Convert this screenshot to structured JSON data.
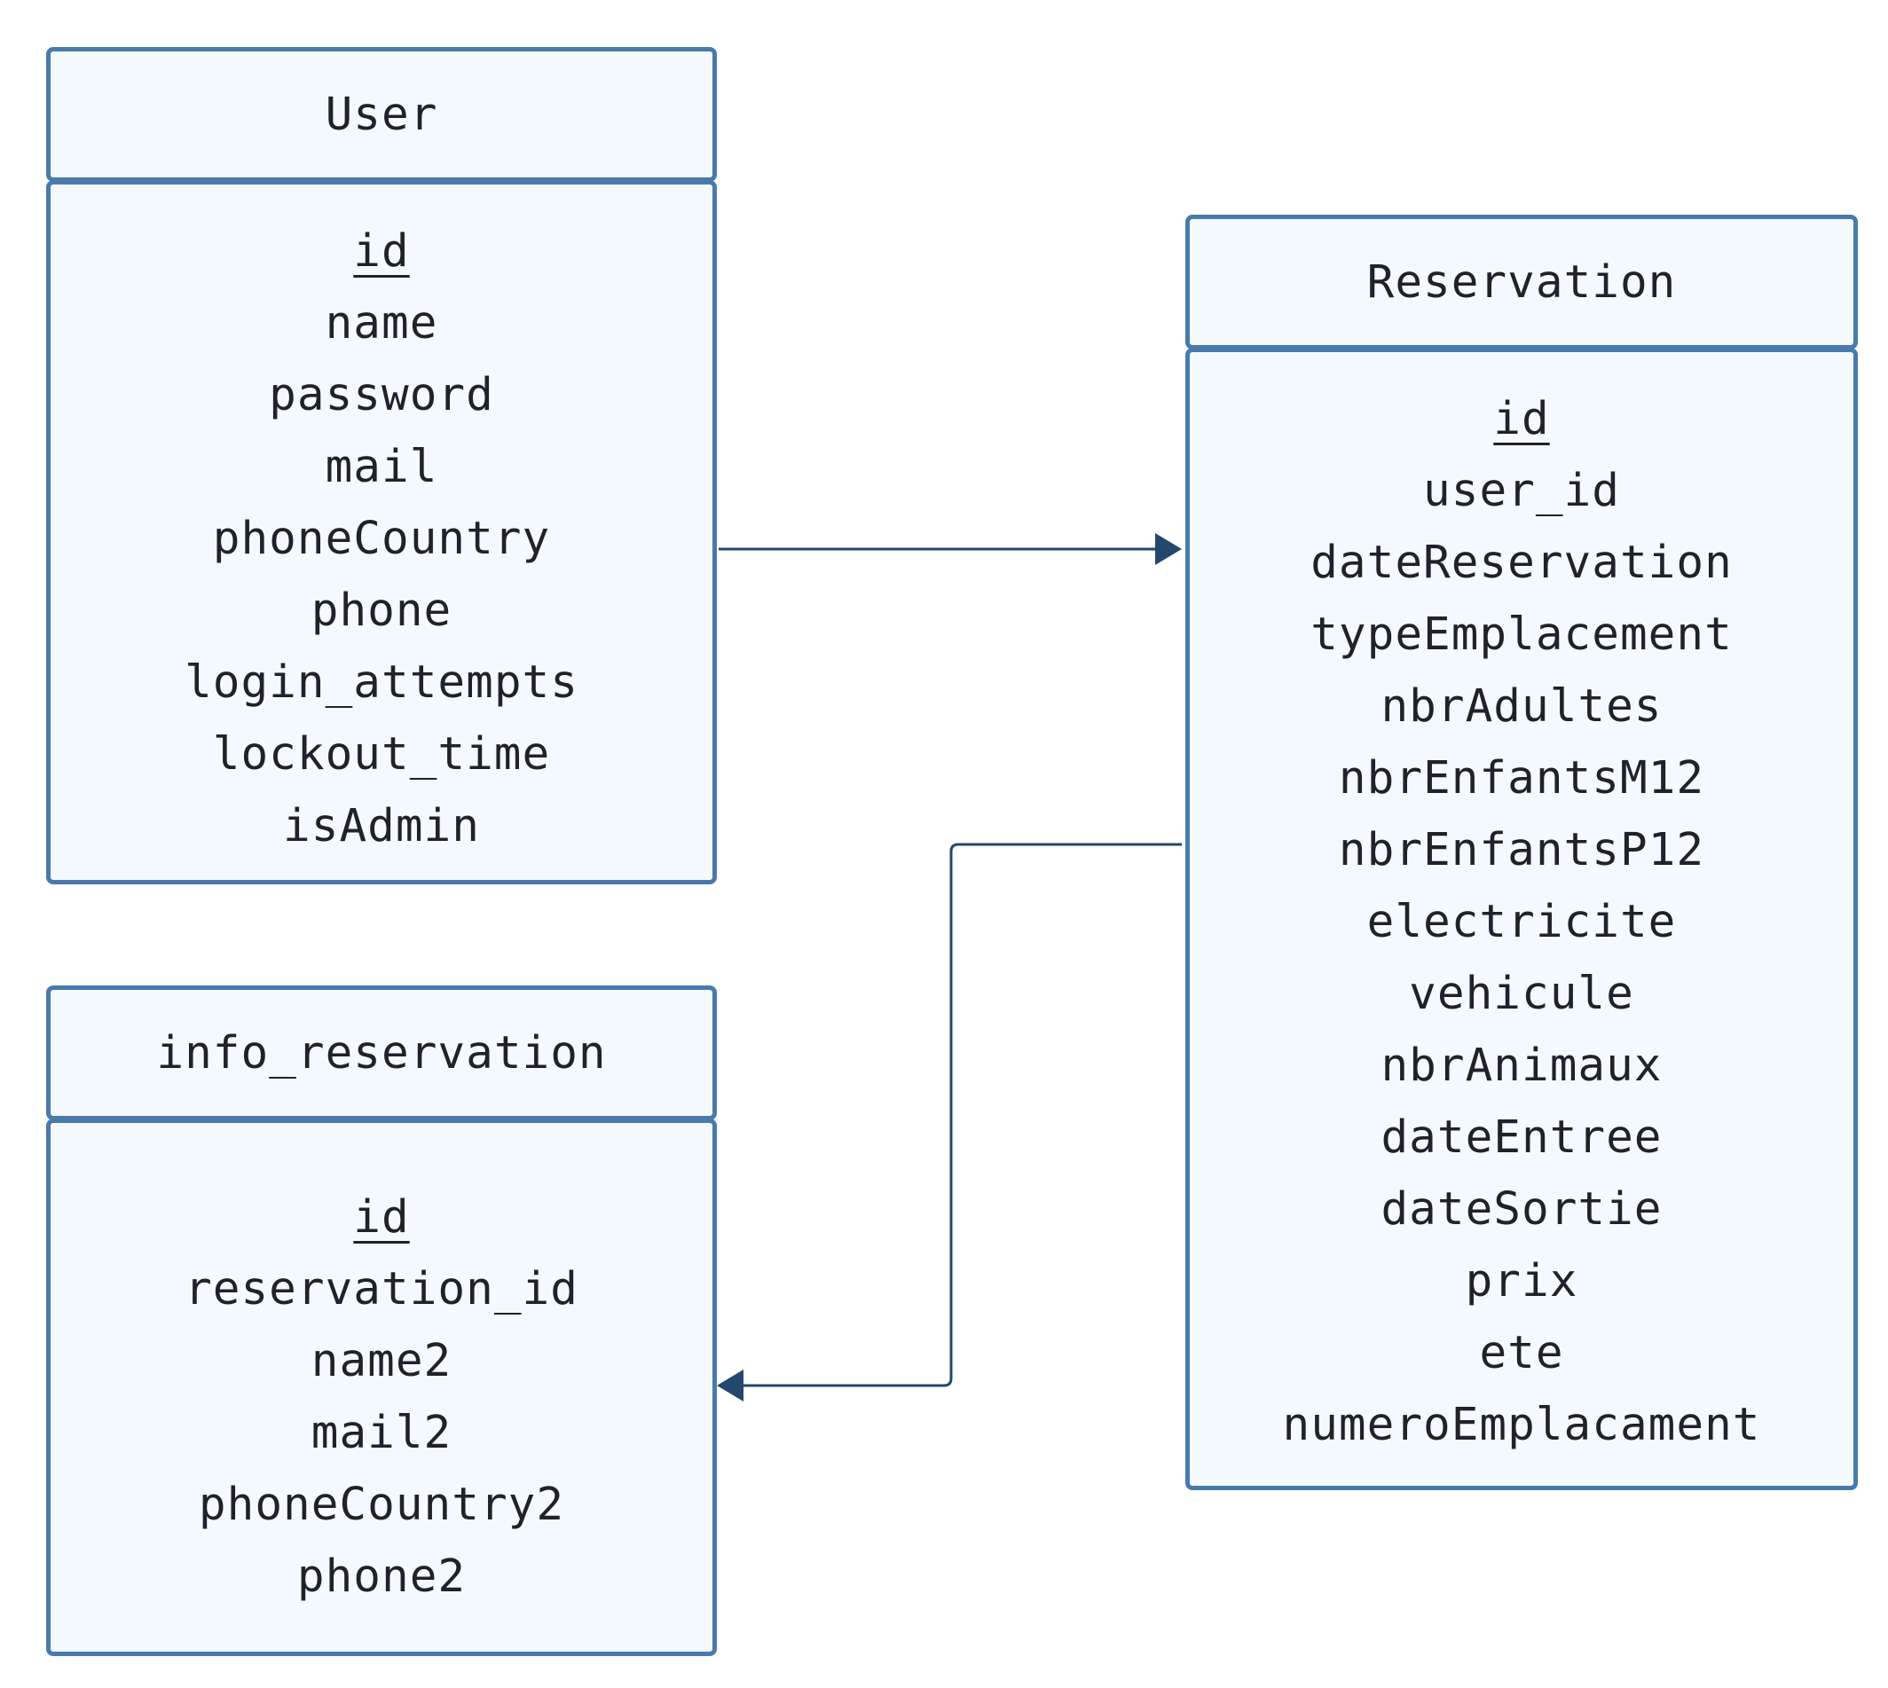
{
  "entities": {
    "user": {
      "title": "User",
      "pk": "id",
      "fields": [
        "name",
        "password",
        "mail",
        "phoneCountry",
        "phone",
        "login_attempts",
        "lockout_time",
        "isAdmin"
      ]
    },
    "info_reservation": {
      "title": "info_reservation",
      "pk": "id",
      "fields": [
        "reservation_id",
        "name2",
        "mail2",
        "phoneCountry2",
        "phone2"
      ]
    },
    "reservation": {
      "title": "Reservation",
      "pk": "id",
      "fields": [
        "user_id",
        "dateReservation",
        "typeEmplacement",
        "nbrAdultes",
        "nbrEnfantsM12",
        "nbrEnfantsP12",
        "electricite",
        "vehicule",
        "nbrAnimaux",
        "dateEntree",
        "dateSortie",
        "prix",
        "ete",
        "numeroEmplacament"
      ]
    }
  },
  "relations": [
    {
      "from": "user",
      "to": "reservation"
    },
    {
      "from": "reservation",
      "to": "info_reservation"
    }
  ],
  "colors": {
    "border": "#4a7aab",
    "fill": "#f4f9fd",
    "connector": "#24476d",
    "text": "#1f2328"
  }
}
